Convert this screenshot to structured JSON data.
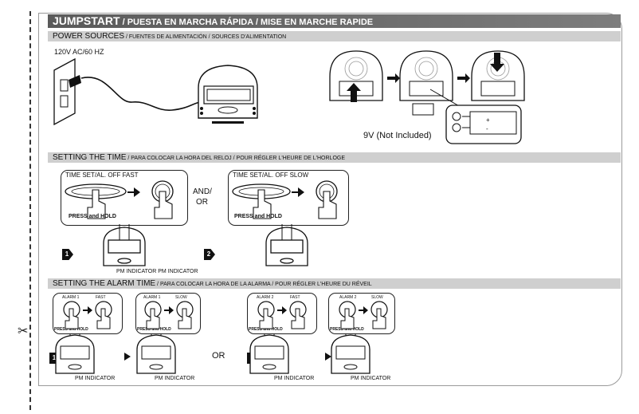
{
  "header": {
    "title_main": "JUMPSTART",
    "title_rest": " / PUESTA EN MARCHA RÁPIDA / MISE EN MARCHE RAPIDE"
  },
  "power": {
    "heading": "POWER SOURCES",
    "heading_es": " / FUENTES DE ALIMENTACIÓN / ",
    "heading_fr": "SOURCES D'ALIMENTATION",
    "voltage": "120V AC/60 HZ",
    "battery": "9V (Not Included)",
    "plus": "+",
    "minus": "-"
  },
  "time": {
    "heading": "SETTING THE TIME",
    "heading_es": " / PARA COLOCAR LA HORA DEL RELOJ ",
    "heading_fr": "/ POUR RÉGLER L'HEURE DE L'HORLOGE",
    "fast_label": "TIME SET/AL. OFF FAST",
    "slow_label": "TIME SET/AL. OFF SLOW",
    "press_hold": "PRESS and HOLD",
    "and_or_1": "AND/",
    "and_or_2": "OR",
    "step1": "1",
    "step2": "2",
    "pm_indicator": "PM INDICATOR PM INDICATOR"
  },
  "alarm": {
    "heading": "SETTING THE ALARM TIME",
    "heading_es": " / PARA COLOCAR LA HORA DE LA ALARMA ",
    "heading_fr": "/ POUR RÉGLER L'HEURE DU RÉVEIL",
    "groups": [
      {
        "left": "ALARM 1",
        "right": "FAST",
        "press": "PRESS and HOLD",
        "step": "1",
        "pm": "PM INDICATOR"
      },
      {
        "left": "ALARM 1",
        "right": "SLOW",
        "press": "PRESS and HOLD",
        "step": "",
        "pm": "PM INDICATOR"
      },
      {
        "left": "ALARM 2",
        "right": "FAST",
        "press": "PRESS and HOLD",
        "step": "1",
        "pm": "PM INDICATOR"
      },
      {
        "left": "ALARM 2",
        "right": "SLOW",
        "press": "PRESS and HOLD",
        "step": "",
        "pm": "PM INDICATOR"
      }
    ],
    "or": "OR"
  }
}
